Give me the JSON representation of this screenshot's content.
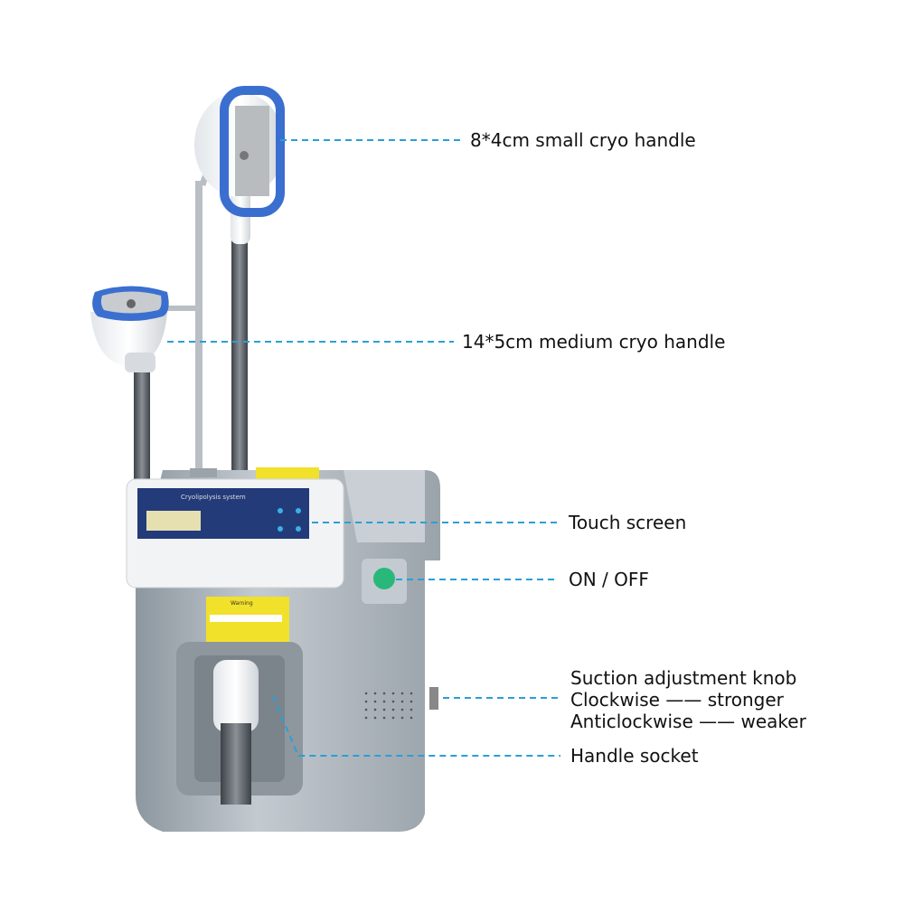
{
  "colors": {
    "leader_line": "#2a9fd6",
    "handle_accent": "#3a6fd0",
    "body": "#a9b2b9"
  },
  "device": {
    "screen_title": "Cryolipolysis system",
    "warning_label": "Warning"
  },
  "callouts": [
    {
      "lines": [
        "8*4cm small cryo handle"
      ]
    },
    {
      "lines": [
        "14*5cm medium cryo handle"
      ]
    },
    {
      "lines": [
        "Touch screen"
      ]
    },
    {
      "lines": [
        "ON / OFF"
      ]
    },
    {
      "lines": [
        "Suction adjustment knob",
        "Clockwise —— stronger",
        "Anticlockwise —— weaker"
      ]
    },
    {
      "lines": [
        "Handle socket"
      ]
    }
  ]
}
